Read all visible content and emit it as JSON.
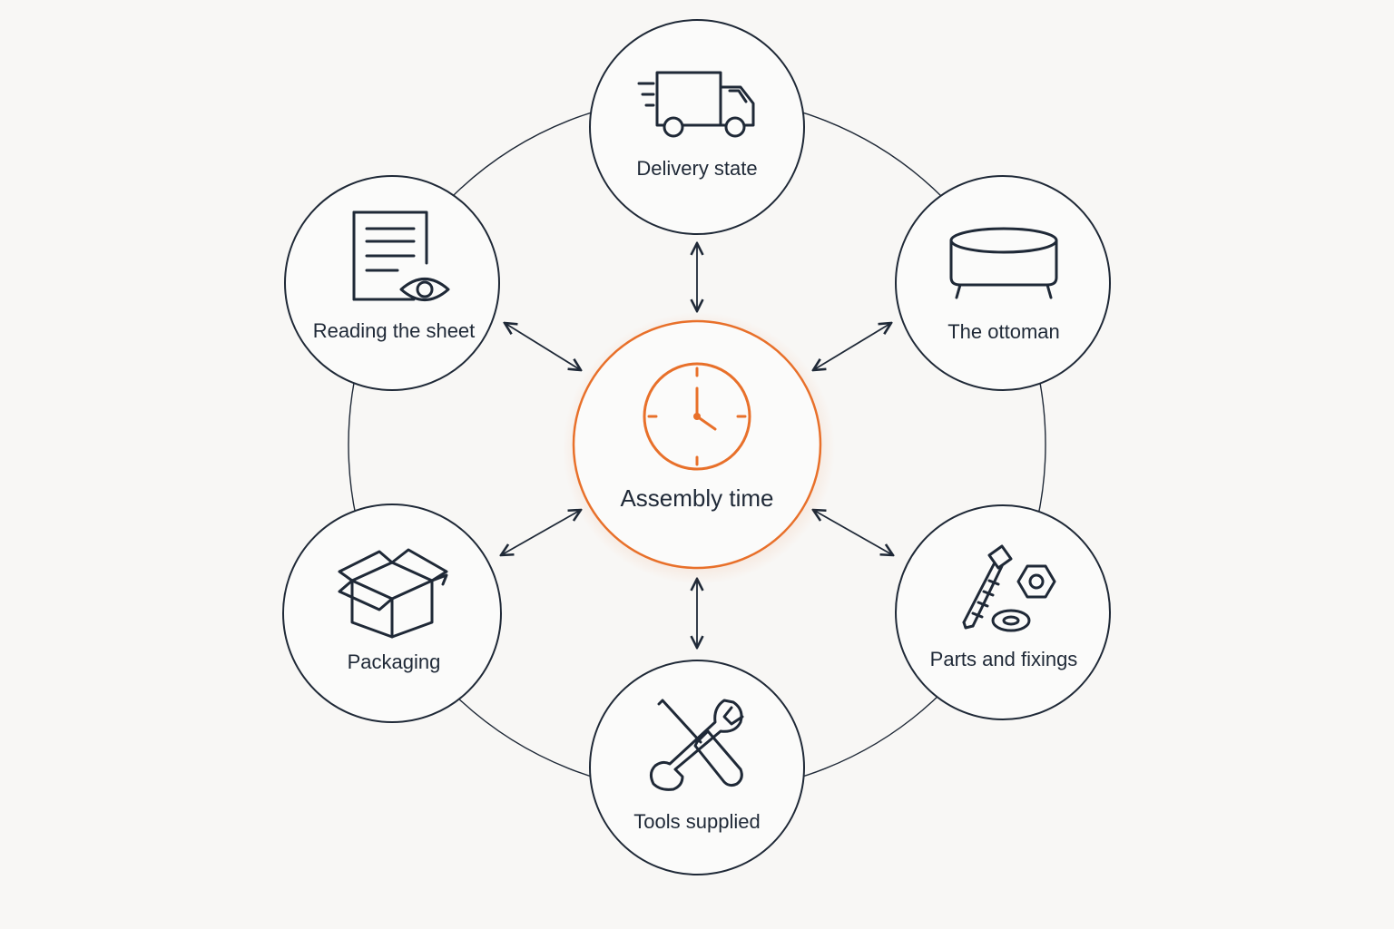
{
  "diagram": {
    "center": {
      "label": "Assembly time",
      "icon": "clock-icon",
      "accent_color": "#e8702a"
    },
    "nodes": [
      {
        "id": "delivery",
        "label": "Delivery state",
        "icon": "delivery-truck-icon"
      },
      {
        "id": "ottoman",
        "label": "The ottoman",
        "icon": "ottoman-icon"
      },
      {
        "id": "parts",
        "label": "Parts and fixings",
        "icon": "screw-nut-washer-icon"
      },
      {
        "id": "tools",
        "label": "Tools supplied",
        "icon": "screwdriver-wrench-icon"
      },
      {
        "id": "packaging",
        "label": "Packaging",
        "icon": "open-box-icon"
      },
      {
        "id": "reading",
        "label": "Reading the sheet",
        "icon": "document-eye-icon"
      }
    ],
    "line_color": "#1f2937",
    "background_color": "#f8f7f5"
  }
}
